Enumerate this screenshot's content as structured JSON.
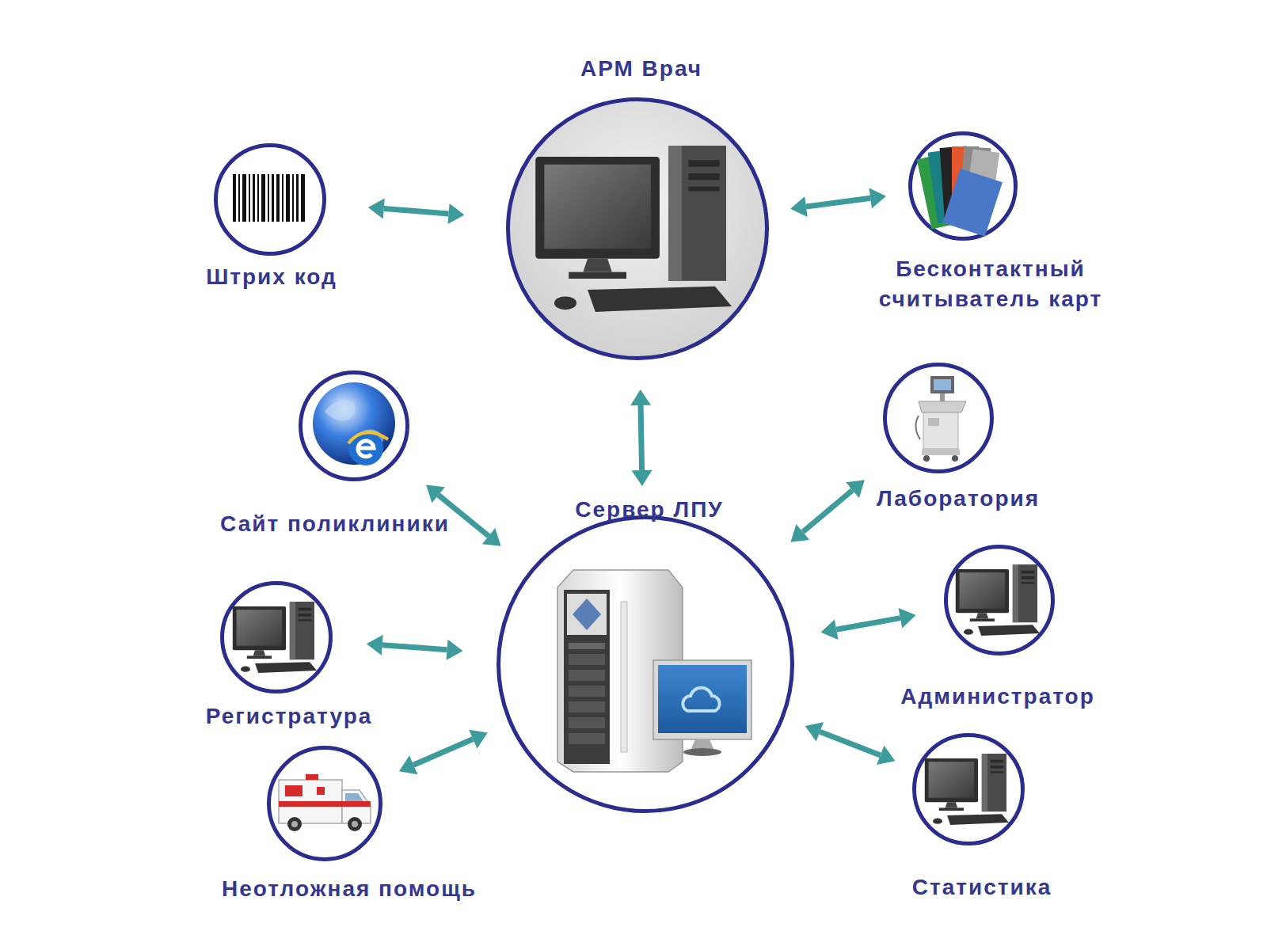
{
  "diagram": {
    "nodes": [
      {
        "text": [
          "АРМ Врач"
        ]
      },
      {
        "text": [
          "Штрих код"
        ]
      },
      {
        "text": [
          "Бесконтактный считыватель карт"
        ]
      },
      {
        "text": [
          "Сайт поликлиники"
        ]
      },
      {
        "text": [
          "Сервер ЛПУ"
        ]
      },
      {
        "text": [
          "Лаборатория"
        ]
      },
      {
        "text": [
          "Регистратура"
        ]
      },
      {
        "text": [
          "Администратор"
        ]
      },
      {
        "text": [
          "Неотложная помощь"
        ]
      },
      {
        "text": [
          "Статистика"
        ]
      }
    ],
    "edges": [
      {
        "from": 0,
        "to": 1,
        "arrow": "both"
      },
      {
        "from": 0,
        "to": 2,
        "arrow": "both"
      },
      {
        "from": 0,
        "to": 4,
        "arrow": "both"
      },
      {
        "from": 4,
        "to": 3,
        "arrow": "both"
      },
      {
        "from": 4,
        "to": 5,
        "arrow": "both"
      },
      {
        "from": 4,
        "to": 6,
        "arrow": "both"
      },
      {
        "from": 4,
        "to": 7,
        "arrow": "both"
      },
      {
        "from": 4,
        "to": 8,
        "arrow": "both"
      },
      {
        "from": 4,
        "to": 9,
        "arrow": "both"
      }
    ]
  }
}
